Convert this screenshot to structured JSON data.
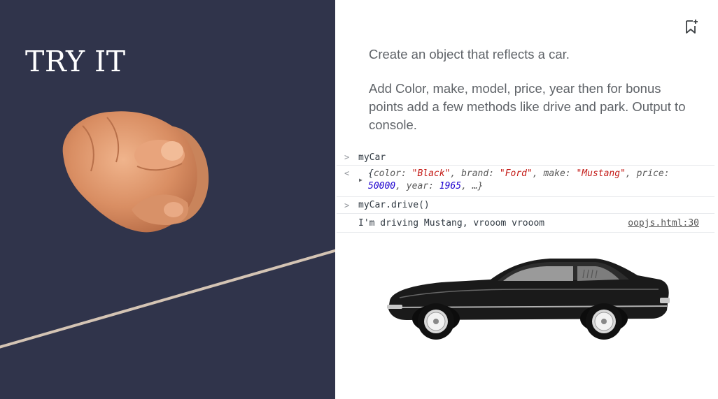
{
  "slide": {
    "title": "TRY IT",
    "colors": {
      "left_bg": "#30344b",
      "accent_line": "#d4c4b4"
    }
  },
  "description": {
    "line1": "Create an object that reflects a car.",
    "line2": "Add Color, make, model, price, year then for bonus points add a few methods like drive and park. Output to console."
  },
  "console": {
    "input_prompt": ">",
    "result_prompt": "<",
    "cmd1": "myCar",
    "object_preview": {
      "open": "{",
      "k_color": "color: ",
      "v_color": "\"Black\"",
      "k_brand": ", brand: ",
      "v_brand": "\"Ford\"",
      "k_make": ", make: ",
      "v_make": "\"Mustang\"",
      "k_price": ", price:",
      "v_price": "50000",
      "k_year": ", year: ",
      "v_year": "1965",
      "close": ", …}"
    },
    "cmd2": "myCar.drive()",
    "output": "I'm driving Mustang, vrooom vrooom",
    "source": "oopjs.html:30"
  },
  "icons": {
    "bookmark": "bookmark-add-icon",
    "hand": "pointing-hand-image",
    "car": "mustang-car-image"
  }
}
